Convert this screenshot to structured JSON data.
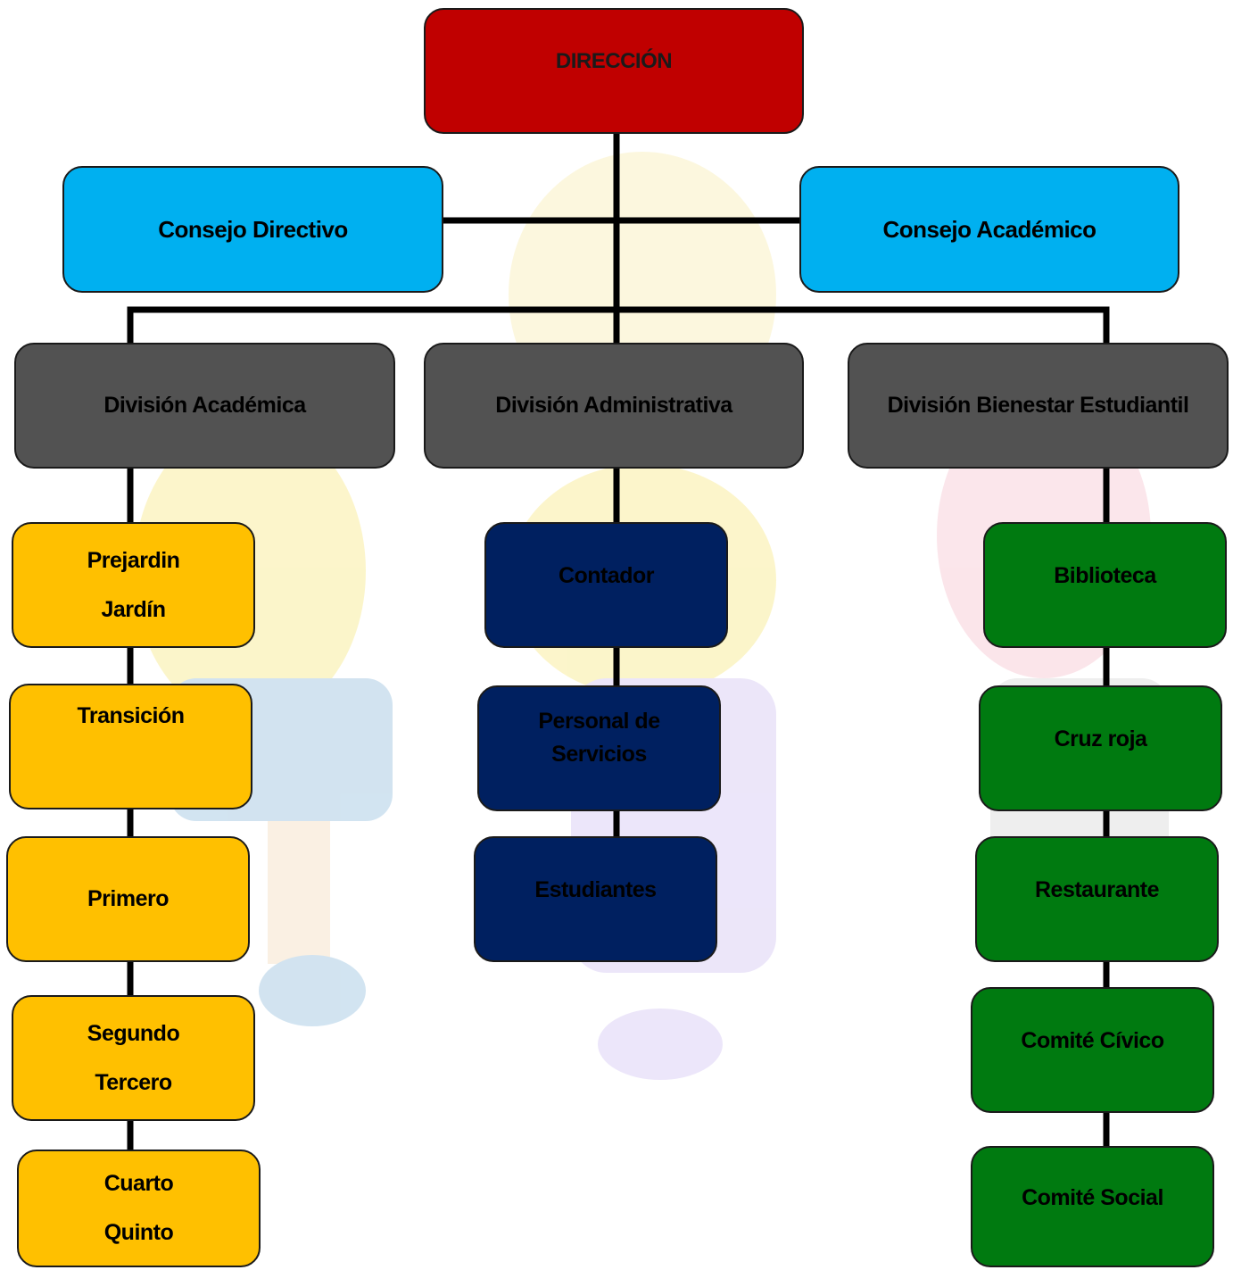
{
  "chart": {
    "direccion": "DIRECCIÓN",
    "consejo_directivo": "Consejo Directivo",
    "consejo_academico": "Consejo Académico",
    "divisions": {
      "academica": "División Académica",
      "administrativa": "División Administrativa",
      "bienestar": "División Bienestar Estudiantil"
    },
    "academica_items": [
      [
        "Prejardin",
        "Jardín"
      ],
      [
        "Transición"
      ],
      [
        "Primero"
      ],
      [
        "Segundo",
        "Tercero"
      ],
      [
        "Cuarto",
        "Quinto"
      ]
    ],
    "administrativa_items": [
      [
        "Contador"
      ],
      [
        "Personal de",
        "Servicios"
      ],
      [
        "Estudiantes"
      ]
    ],
    "bienestar_items": [
      [
        "Biblioteca"
      ],
      [
        "Cruz roja"
      ],
      [
        "Restaurante"
      ],
      [
        "Comité Cívico"
      ],
      [
        "Comité Social"
      ]
    ],
    "colors": {
      "direccion": "#c00000",
      "consejos": "#00b0f0",
      "divisions": "#525252",
      "academica": "#ffc000",
      "administrativa": "#002060",
      "bienestar": "#007a10",
      "connector": "#000000"
    }
  }
}
